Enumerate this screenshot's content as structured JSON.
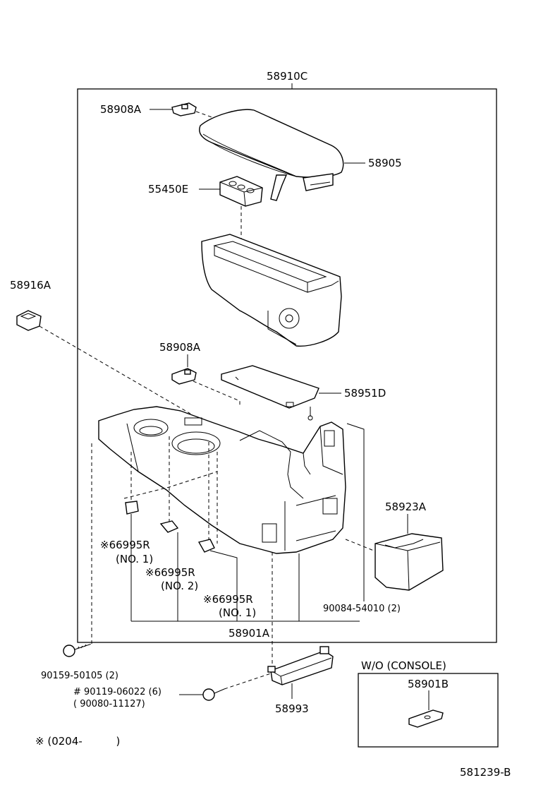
{
  "labels": {
    "assembly": "58910C",
    "clip_top": "58908A",
    "lid": "58905",
    "pad": "55450E",
    "plug": "58916A",
    "clip_mid": "58908A",
    "panel": "58951D",
    "tray": "58923A",
    "nut1": "※66995R",
    "nut1_sub": "(NO. 1)",
    "nut2": "※66995R",
    "nut2_sub": "(NO. 2)",
    "nut3": "※66995R",
    "nut3_sub": "(NO. 1)",
    "screw_right": "90084-54010 (2)",
    "console": "58901A",
    "screw_left": "90159-50105 (2)",
    "bolt": "# 90119-06022 (6)",
    "bolt_alt": "( 90080-11127)",
    "bracket": "58993",
    "wo_console_title": "W/O (CONSOLE)",
    "wo_console_part": "58901B",
    "footnote": "※ (0204-          )",
    "figure_id": "581239-B"
  }
}
